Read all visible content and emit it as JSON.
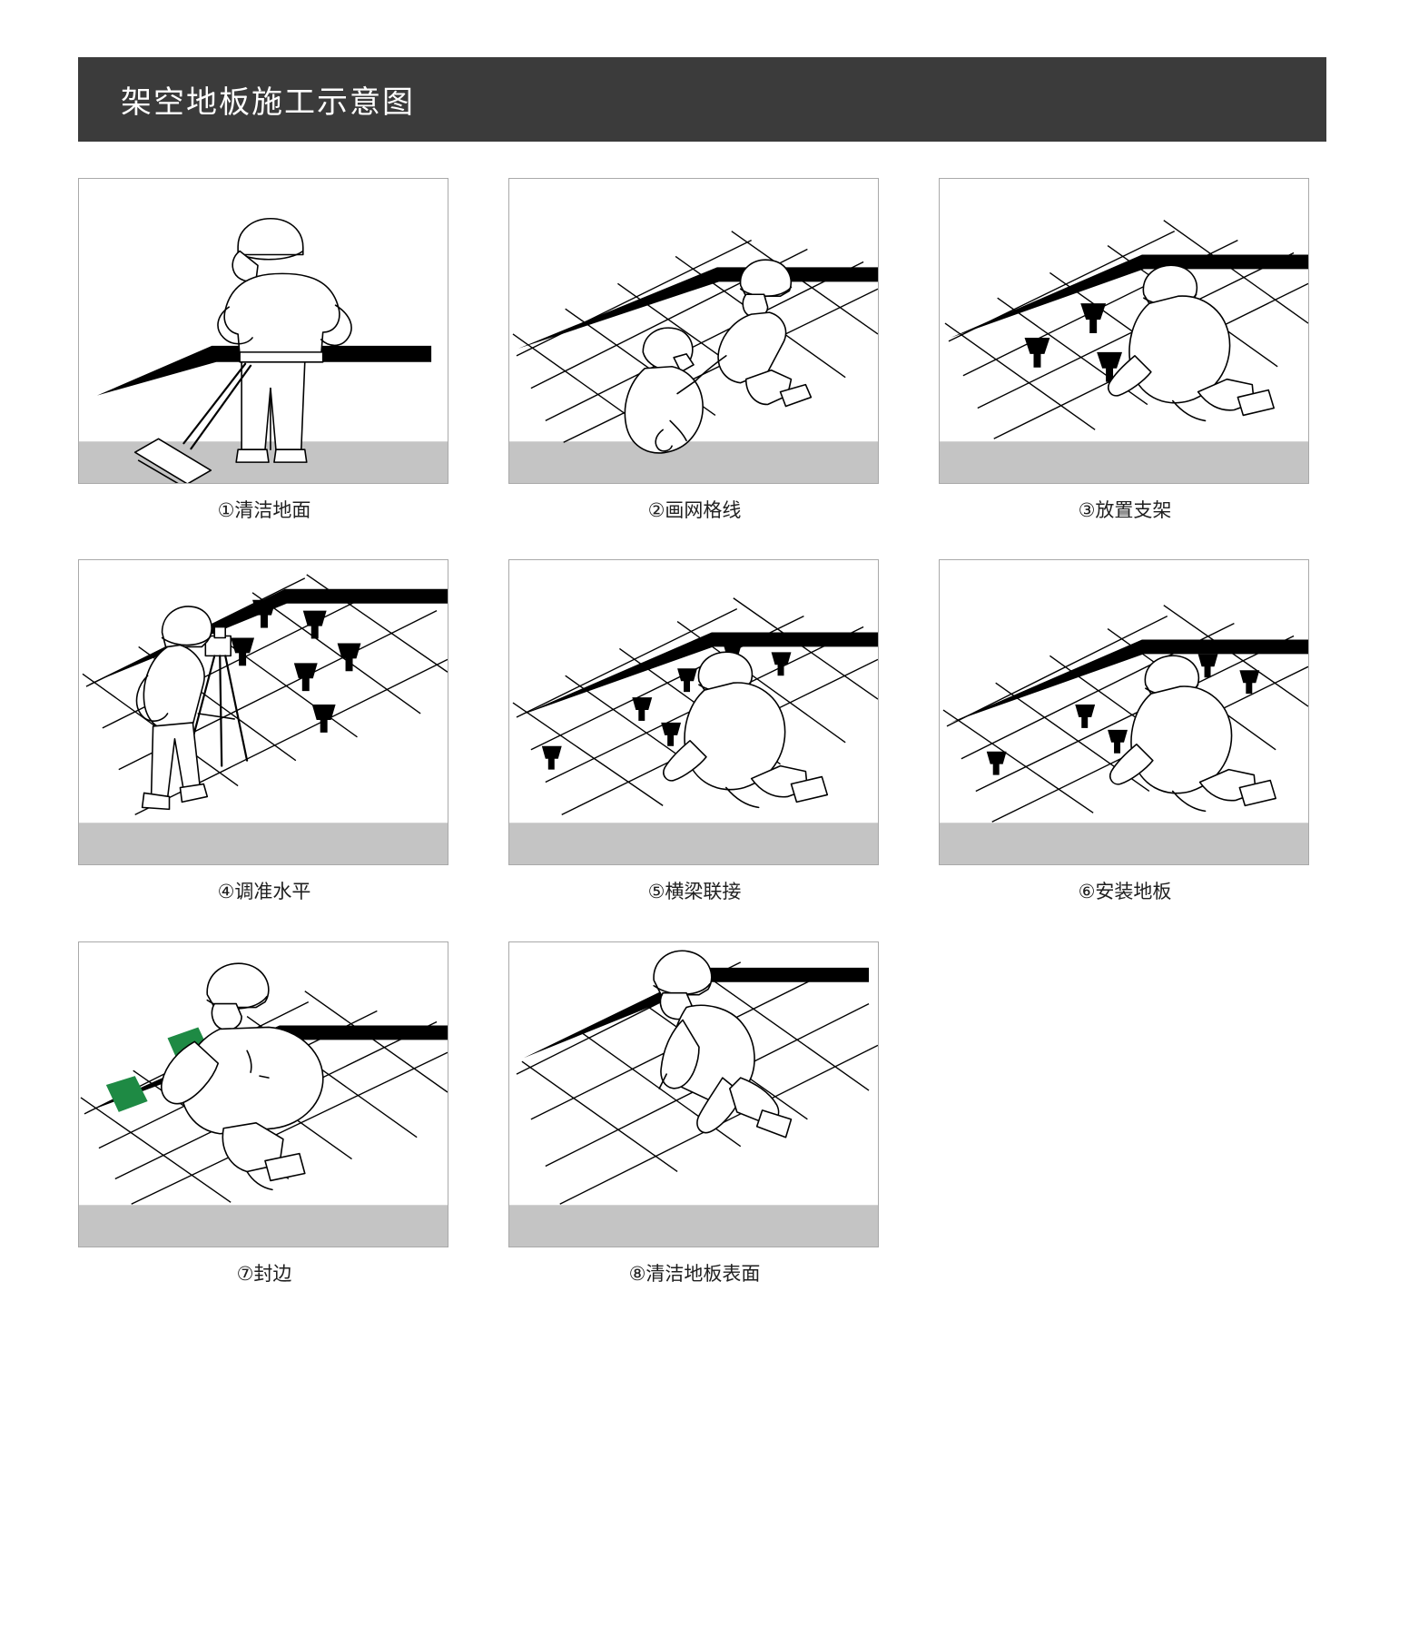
{
  "header": {
    "title": "架空地板施工示意图",
    "banner_color": "#3b3b3b",
    "title_color": "#ffffff"
  },
  "theme": {
    "page_background": "#ffffff",
    "panel_border": "#a9a9a9",
    "floor_band": "#c4c4c4",
    "line_color": "#000000",
    "accent_green": "#1e8a44",
    "caption_color": "#1f1f1f"
  },
  "steps": [
    {
      "number": "①",
      "caption": "①清洁地面",
      "label": "清洁地面",
      "scene": "worker-sweeping-floor",
      "icons": [
        "worker-standing-icon",
        "broom-icon",
        "wall-edge-icon"
      ]
    },
    {
      "number": "②",
      "caption": "②画网格线",
      "label": "画网格线",
      "scene": "two-workers-marking-grid",
      "icons": [
        "worker-kneeling-icon",
        "worker-marking-icon",
        "grid-lines-icon",
        "wall-edge-icon"
      ]
    },
    {
      "number": "③",
      "caption": "③放置支架",
      "label": "放置支架",
      "scene": "worker-placing-pedestals",
      "icons": [
        "worker-kneeling-icon",
        "pedestal-icon",
        "grid-lines-icon",
        "wall-edge-icon"
      ]
    },
    {
      "number": "④",
      "caption": "④调准水平",
      "label": "调准水平",
      "scene": "surveyor-leveling-with-tripod",
      "icons": [
        "worker-standing-icon",
        "tripod-level-icon",
        "pedestal-icon",
        "grid-lines-icon",
        "wall-edge-icon"
      ]
    },
    {
      "number": "⑤",
      "caption": "⑤横梁联接",
      "label": "横梁联接",
      "scene": "worker-connecting-beams",
      "icons": [
        "worker-kneeling-icon",
        "pedestal-icon",
        "beam-grid-icon",
        "wall-edge-icon"
      ]
    },
    {
      "number": "⑥",
      "caption": "⑥安装地板",
      "label": "安装地板",
      "scene": "worker-installing-panels",
      "icons": [
        "worker-kneeling-icon",
        "pedestal-icon",
        "floor-panel-icon",
        "wall-edge-icon"
      ]
    },
    {
      "number": "⑦",
      "caption": "⑦封边",
      "label": "封边",
      "scene": "worker-sealing-edge",
      "icons": [
        "worker-kneeling-icon",
        "green-edge-strip-icon",
        "wall-edge-icon"
      ]
    },
    {
      "number": "⑧",
      "caption": "⑧清洁地板表面",
      "label": "清洁地板表面",
      "scene": "worker-cleaning-finished-floor",
      "icons": [
        "worker-crawling-icon",
        "floor-panel-icon",
        "wall-edge-icon"
      ]
    }
  ]
}
